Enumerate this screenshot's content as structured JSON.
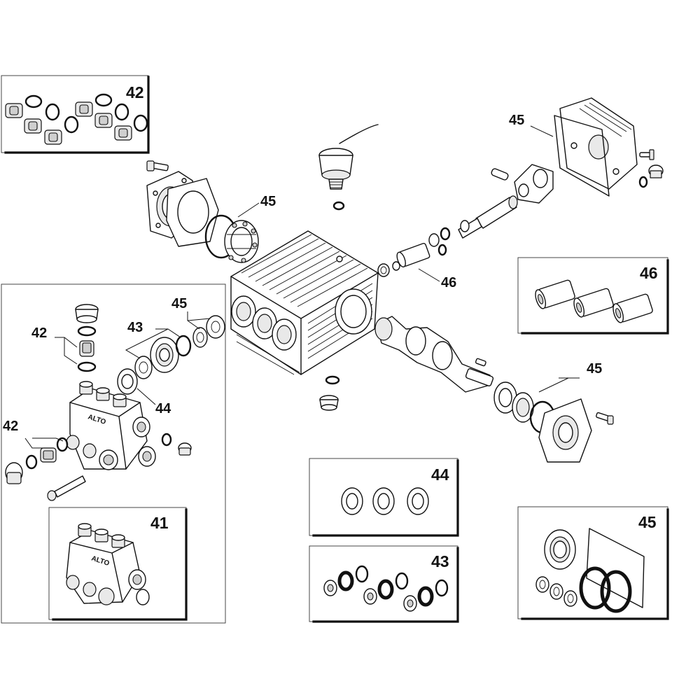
{
  "diagram": {
    "brand_stamp": "ALTO",
    "inset_labels": {
      "inset_42": "42",
      "inset_46": "46",
      "inset_44": "44",
      "inset_43": "43",
      "inset_45": "45",
      "inset_41": "41"
    },
    "callouts": {
      "seal_kit_45_top_right": "45",
      "seal_kit_45_left_flange": "45",
      "spacer_46_shaft": "46",
      "seal_kit_45_crankshaft": "45",
      "seal_kit_45_manifold": "45",
      "seal_kit_43_manifold": "43",
      "valve_kit_42_manifold_top": "42",
      "ring_44_manifold": "44",
      "valve_kit_42_manifold_left": "42"
    }
  }
}
